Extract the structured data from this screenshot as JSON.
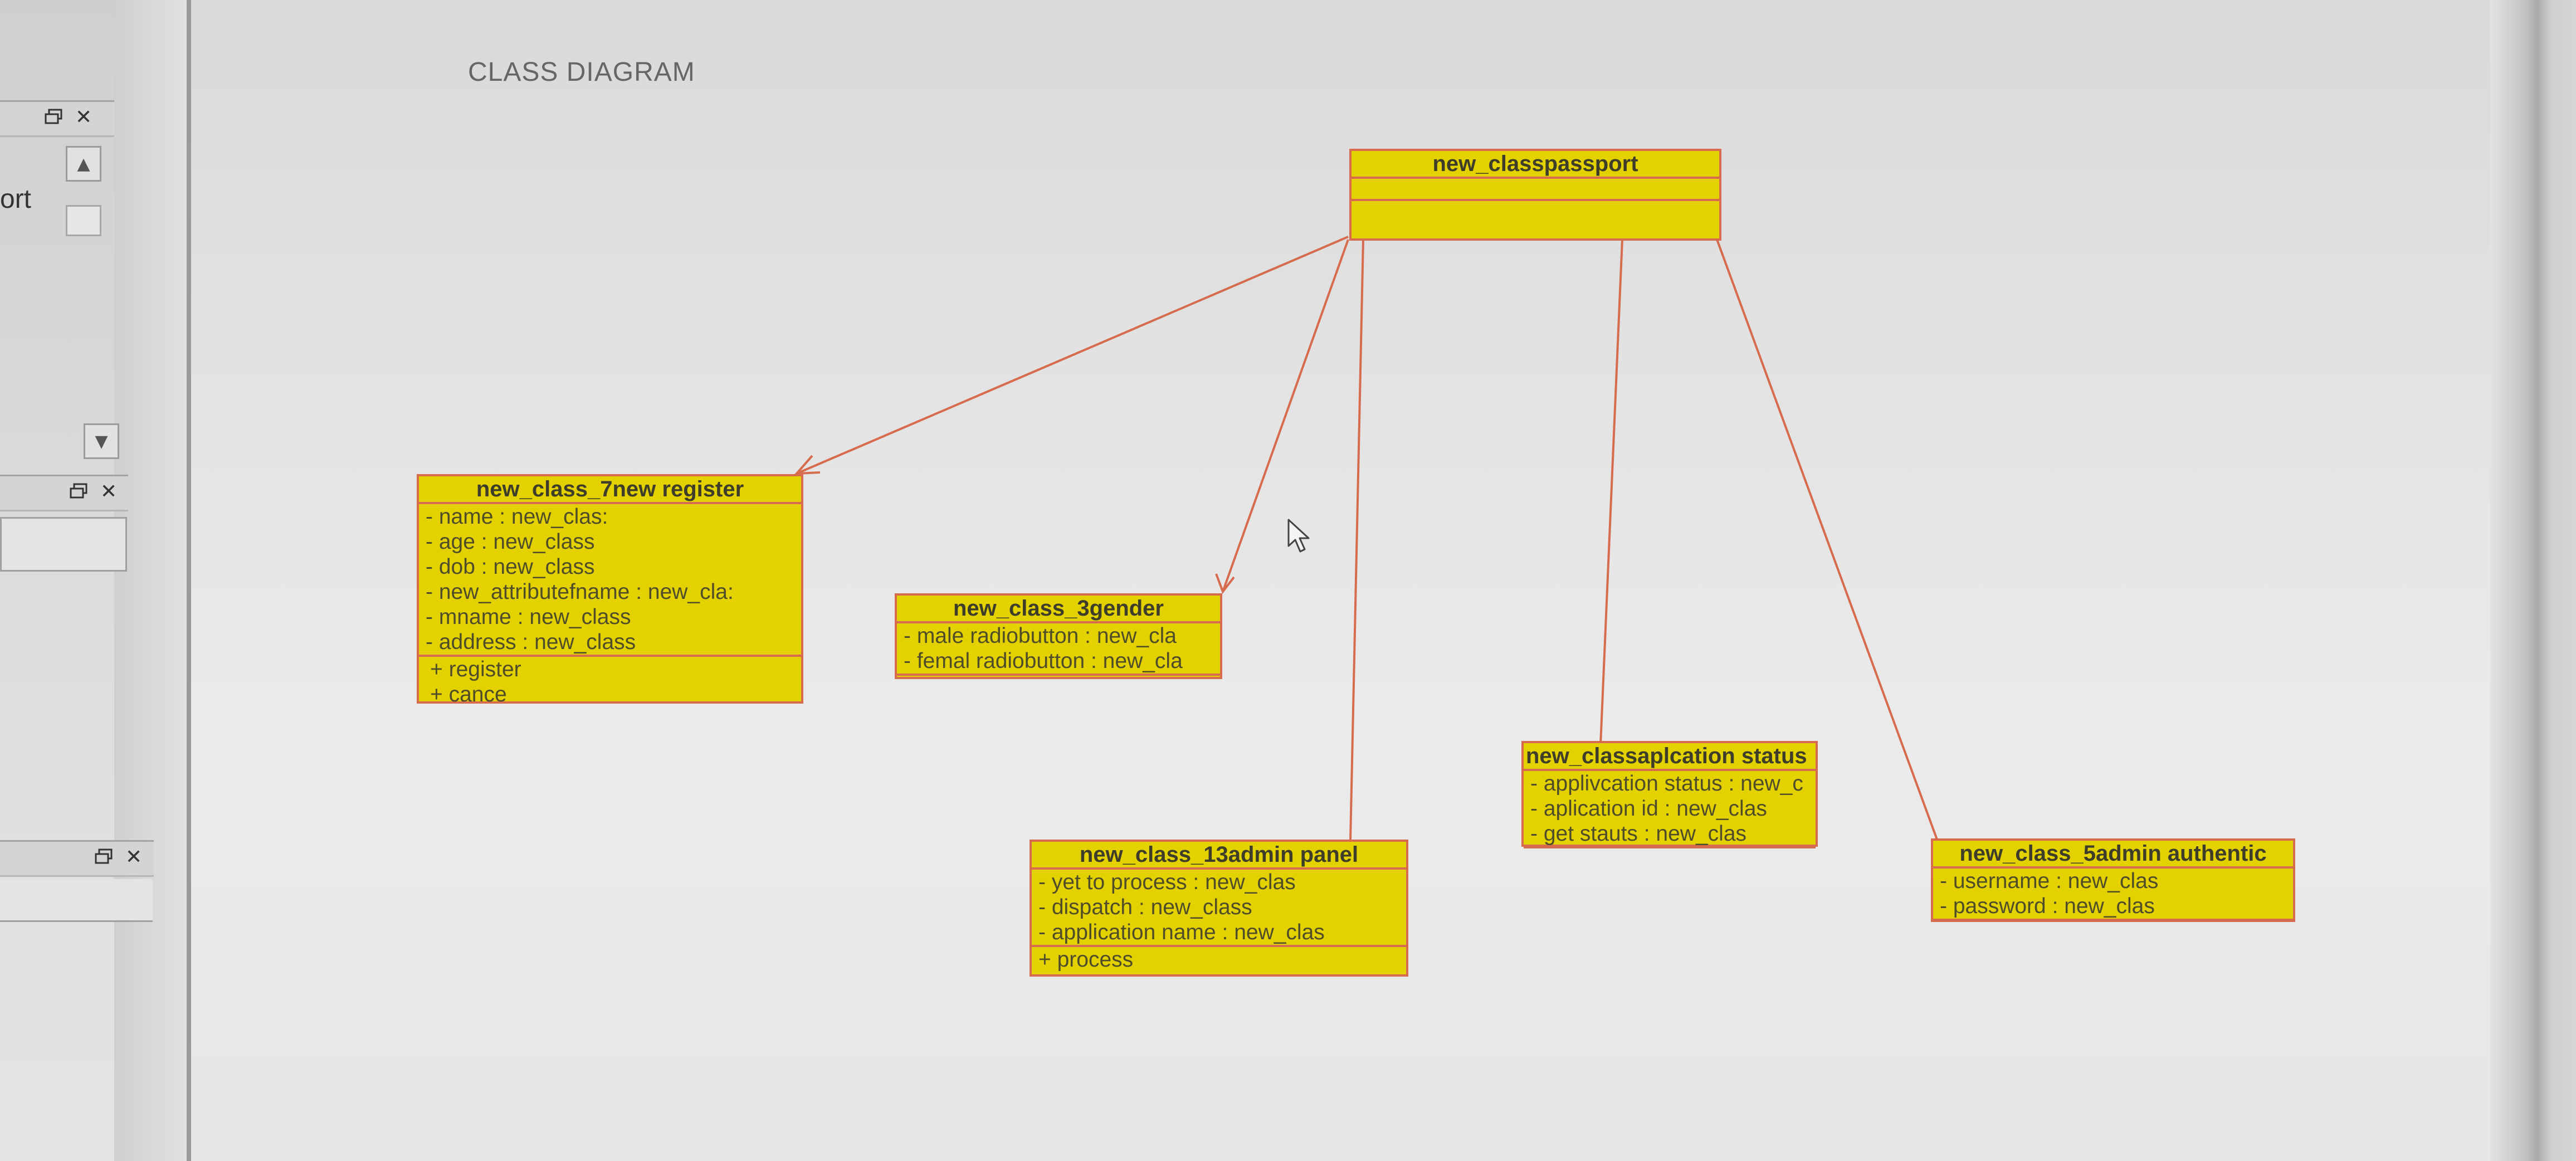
{
  "diagram": {
    "title": "CLASS DIAGRAM",
    "line_color": "#d66b4e",
    "class_fill": "#e4d200"
  },
  "left_panel": {
    "partial_label": "ort",
    "panels": [
      {
        "restore_icon": "restore-window-icon",
        "close_icon": "close-icon"
      },
      {
        "restore_icon": "restore-window-icon",
        "close_icon": "close-icon"
      },
      {
        "restore_icon": "restore-window-icon",
        "close_icon": "close-icon"
      }
    ]
  },
  "classes": {
    "passport": {
      "name": "new_classpassport",
      "attributes": [],
      "operations": []
    },
    "register": {
      "name": "new_class_7new register",
      "attributes": [
        "- name : new_clas:",
        "- age : new_class",
        "- dob : new_class",
        "- new_attributefname : new_cla:",
        "- mname : new_class",
        "- address : new_class"
      ],
      "operations": [
        "+ register",
        "+ cance"
      ]
    },
    "gender": {
      "name": "new_class_3gender",
      "attributes": [
        "- male radiobutton : new_cla",
        "- femal radiobutton : new_cla"
      ],
      "operations": []
    },
    "admin_panel": {
      "name": "new_class_13admin panel",
      "attributes": [
        "- yet to process : new_clas",
        "- dispatch : new_class",
        "- application name : new_clas"
      ],
      "operations": [
        "+ process"
      ]
    },
    "application_status": {
      "name": "new_classaplcation status",
      "attributes": [
        "- applivcation status : new_c",
        "- aplication id : new_clas",
        "- get stauts : new_clas"
      ],
      "operations": []
    },
    "admin_authentic": {
      "name": "new_class_5admin authentic",
      "attributes": [
        "- username : new_clas",
        "- password : new_clas"
      ],
      "operations": []
    }
  },
  "cursor": "mouse-pointer-icon"
}
